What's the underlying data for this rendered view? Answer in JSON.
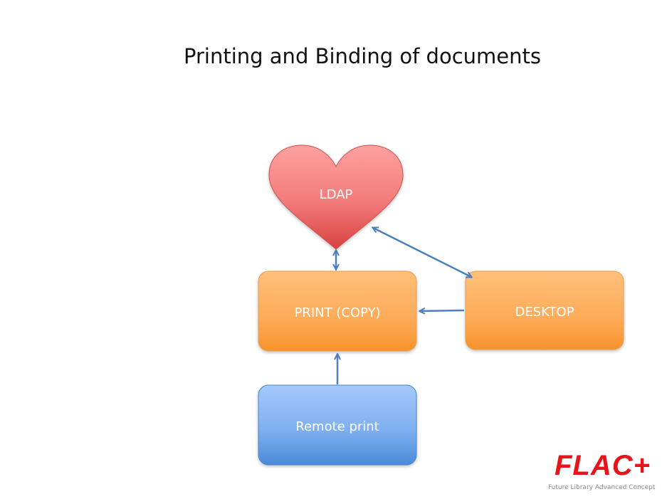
{
  "slide": {
    "title": "Printing and Binding of documents"
  },
  "diagram": {
    "nodes": {
      "ldap": {
        "label": "LDAP",
        "color": "#e2504f"
      },
      "print": {
        "label": "PRINT (COPY)",
        "color": "#f7922b"
      },
      "desktop": {
        "label": "DESKTOP",
        "color": "#f7922b"
      },
      "remote": {
        "label": "Remote print",
        "color": "#4a8ad8"
      }
    },
    "edges": [
      {
        "from": "ldap",
        "to": "print",
        "direction": "both"
      },
      {
        "from": "ldap",
        "to": "desktop",
        "direction": "both"
      },
      {
        "from": "desktop",
        "to": "print",
        "direction": "forward"
      },
      {
        "from": "remote",
        "to": "print",
        "direction": "forward"
      }
    ],
    "arrow_color": "#4d7fbf"
  },
  "logo": {
    "name": "FLAC+",
    "tagline": "Future Library Advanced Concept",
    "color": "#e8131b"
  }
}
